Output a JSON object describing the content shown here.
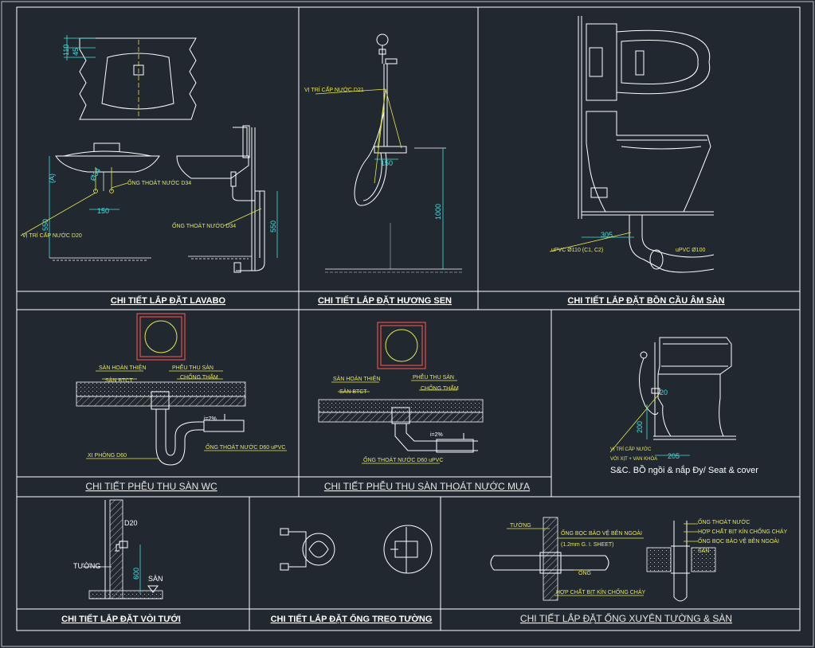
{
  "panels": {
    "lavabo": {
      "title": "CHI TIẾT LẮP ĐẶT LAVABO",
      "dims": {
        "d110": "110",
        "d45": "45",
        "dA": "(A)",
        "d34": "Ø34",
        "d150": "150",
        "d550a": "550",
        "d550b": "550"
      },
      "labels": {
        "drain_left": "ỐNG THOÁT NƯỚC D34",
        "drain_right": "ỐNG THOÁT NƯỚC D34",
        "supply": "VỊ TRÍ CẤP NƯỚC D20"
      }
    },
    "shower": {
      "title": "CHI TIẾT LẮP ĐẶT HƯƠNG SEN",
      "supply": "VỊ TRÍ CẤP NƯỚC D21",
      "dims": {
        "d150": "150",
        "d1000": "1000"
      }
    },
    "toilet": {
      "title": "CHI TIẾT LẮP ĐẶT BỒN CẦU ÂM SÀN",
      "dims": {
        "d305": "305"
      },
      "labels": {
        "upvc110": "uPVC  Ø110  (C1, C2)",
        "upvc100": "uPVC  Ø100"
      }
    },
    "floor_drain_wc": {
      "title": "CHI TIẾT PHỄU THU SÀN WC",
      "labels": {
        "finish": "SÀN HOÀN THIỆN",
        "btct": "SÀN BTCT",
        "funnel": "PHỄU THU SÀN",
        "waterproof": "CHỐNG THẤM",
        "slope": "i=2%",
        "pipe": "ỐNG THOÁT NƯỚC D60 uPVC",
        "trap": "XI PHÔNG D60"
      }
    },
    "floor_drain_rain": {
      "title": "CHI TIẾT PHỄU THU SÀN THOÁT NƯỚC MƯA",
      "labels": {
        "finish": "SÀN HOÀN THIỆN",
        "btct": "SÀN BTCT",
        "funnel": "PHỄU THU SÀN",
        "waterproof": "CHỐNG THẤM",
        "slope": "i=2%",
        "pipe": "ỐNG THOÁT NƯỚC D60 uPVC"
      }
    },
    "toilet_spray": {
      "note": "S&C. BỒ ngồi & nắp Đy/ Seat & cover",
      "dims": {
        "d200": "200",
        "d205": "205",
        "d20": "20"
      },
      "labels": {
        "supply": "VỊ TRÍ CẤP NƯỚC",
        "valve": "VỚI XỊT + VAN KHÓA"
      }
    },
    "faucet": {
      "title": "CHI TIẾT LẮP ĐẶT VÒI TƯỚI",
      "labels": {
        "d20": "D20",
        "wall": "TƯỜNG",
        "d600": "600",
        "floor": "SÀN"
      }
    },
    "hanger": {
      "title": "CHI TIẾT LẮP ĐẶT ỐNG TREO TƯỜNG"
    },
    "through": {
      "title": "CHI TIẾT LẮP ĐẶT ỐNG XUYÊN TƯỜNG & SÀN",
      "labels": {
        "wall": "TƯỜNG",
        "sleeve": "ỐNG BỌC BẢO VỆ BÊN NGOÀI",
        "sheet": "(1.2mm G. I. SHEET)",
        "pipe": "ỐNG",
        "fire": "HỢP CHẤT BỊT KÍN CHỐNG CHÁY",
        "r_pipe": "ỐNG THOÁT NƯỚC",
        "r_fire": "HỢP CHẤT BỊT KÍN CHỐNG CHÁY",
        "r_sleeve": "ỐNG BỌC BẢO VỆ BÊN NGOÀI",
        "r_floor": "SÀN"
      }
    }
  }
}
